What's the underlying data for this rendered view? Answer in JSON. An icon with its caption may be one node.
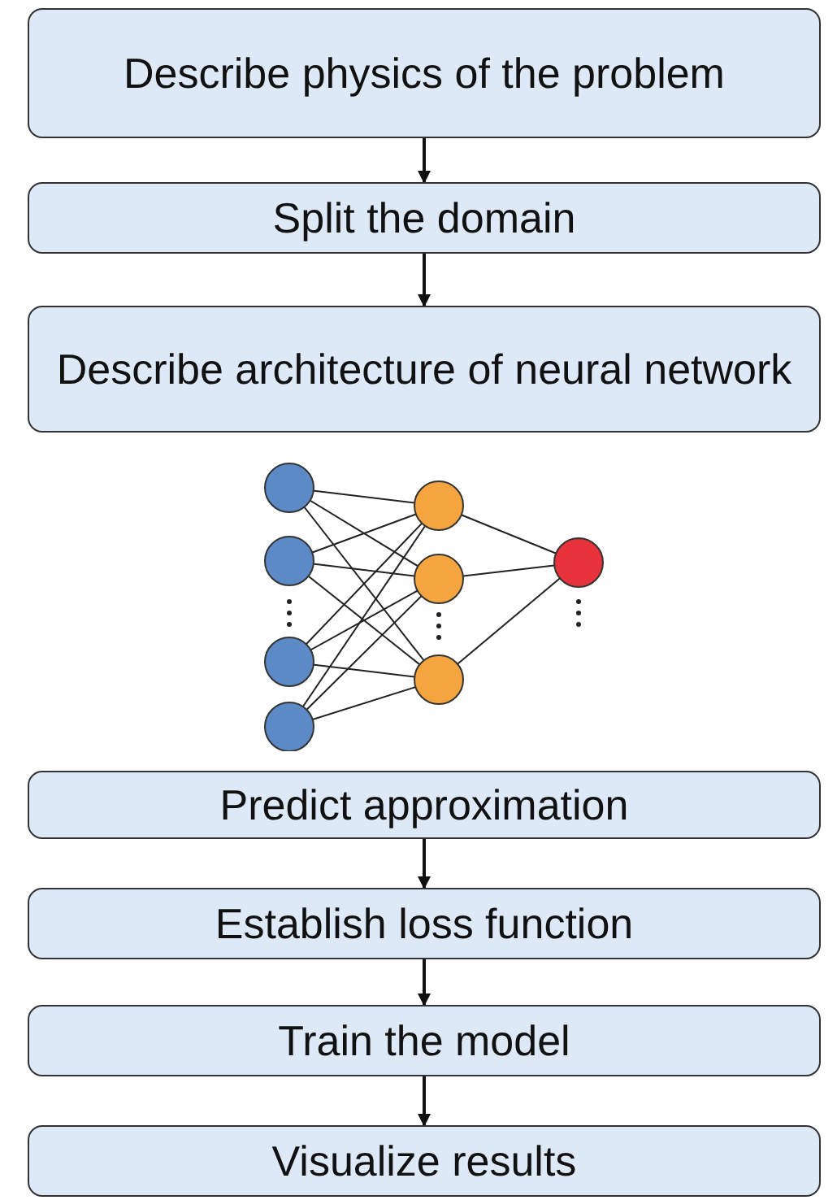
{
  "diagram": {
    "nodes": [
      {
        "text": [
          "Describe physics of the problem"
        ]
      },
      {
        "text": [
          "Split the domain"
        ]
      },
      {
        "text": [
          "Describe architecture of neural network"
        ]
      },
      {
        "text": [],
        "shape": "picture"
      },
      {
        "text": [
          "Predict approximation"
        ]
      },
      {
        "text": [
          "Establish loss function"
        ]
      },
      {
        "text": [
          "Train the model"
        ]
      },
      {
        "text": [
          "Visualize results"
        ]
      }
    ],
    "edges": [
      {
        "from": 0,
        "to": 1,
        "arrow": "to"
      },
      {
        "from": 1,
        "to": 2,
        "arrow": "to"
      },
      {
        "from": 4,
        "to": 5,
        "arrow": "to"
      },
      {
        "from": 5,
        "to": 6,
        "arrow": "to"
      },
      {
        "from": 6,
        "to": 7,
        "arrow": "to"
      }
    ]
  }
}
